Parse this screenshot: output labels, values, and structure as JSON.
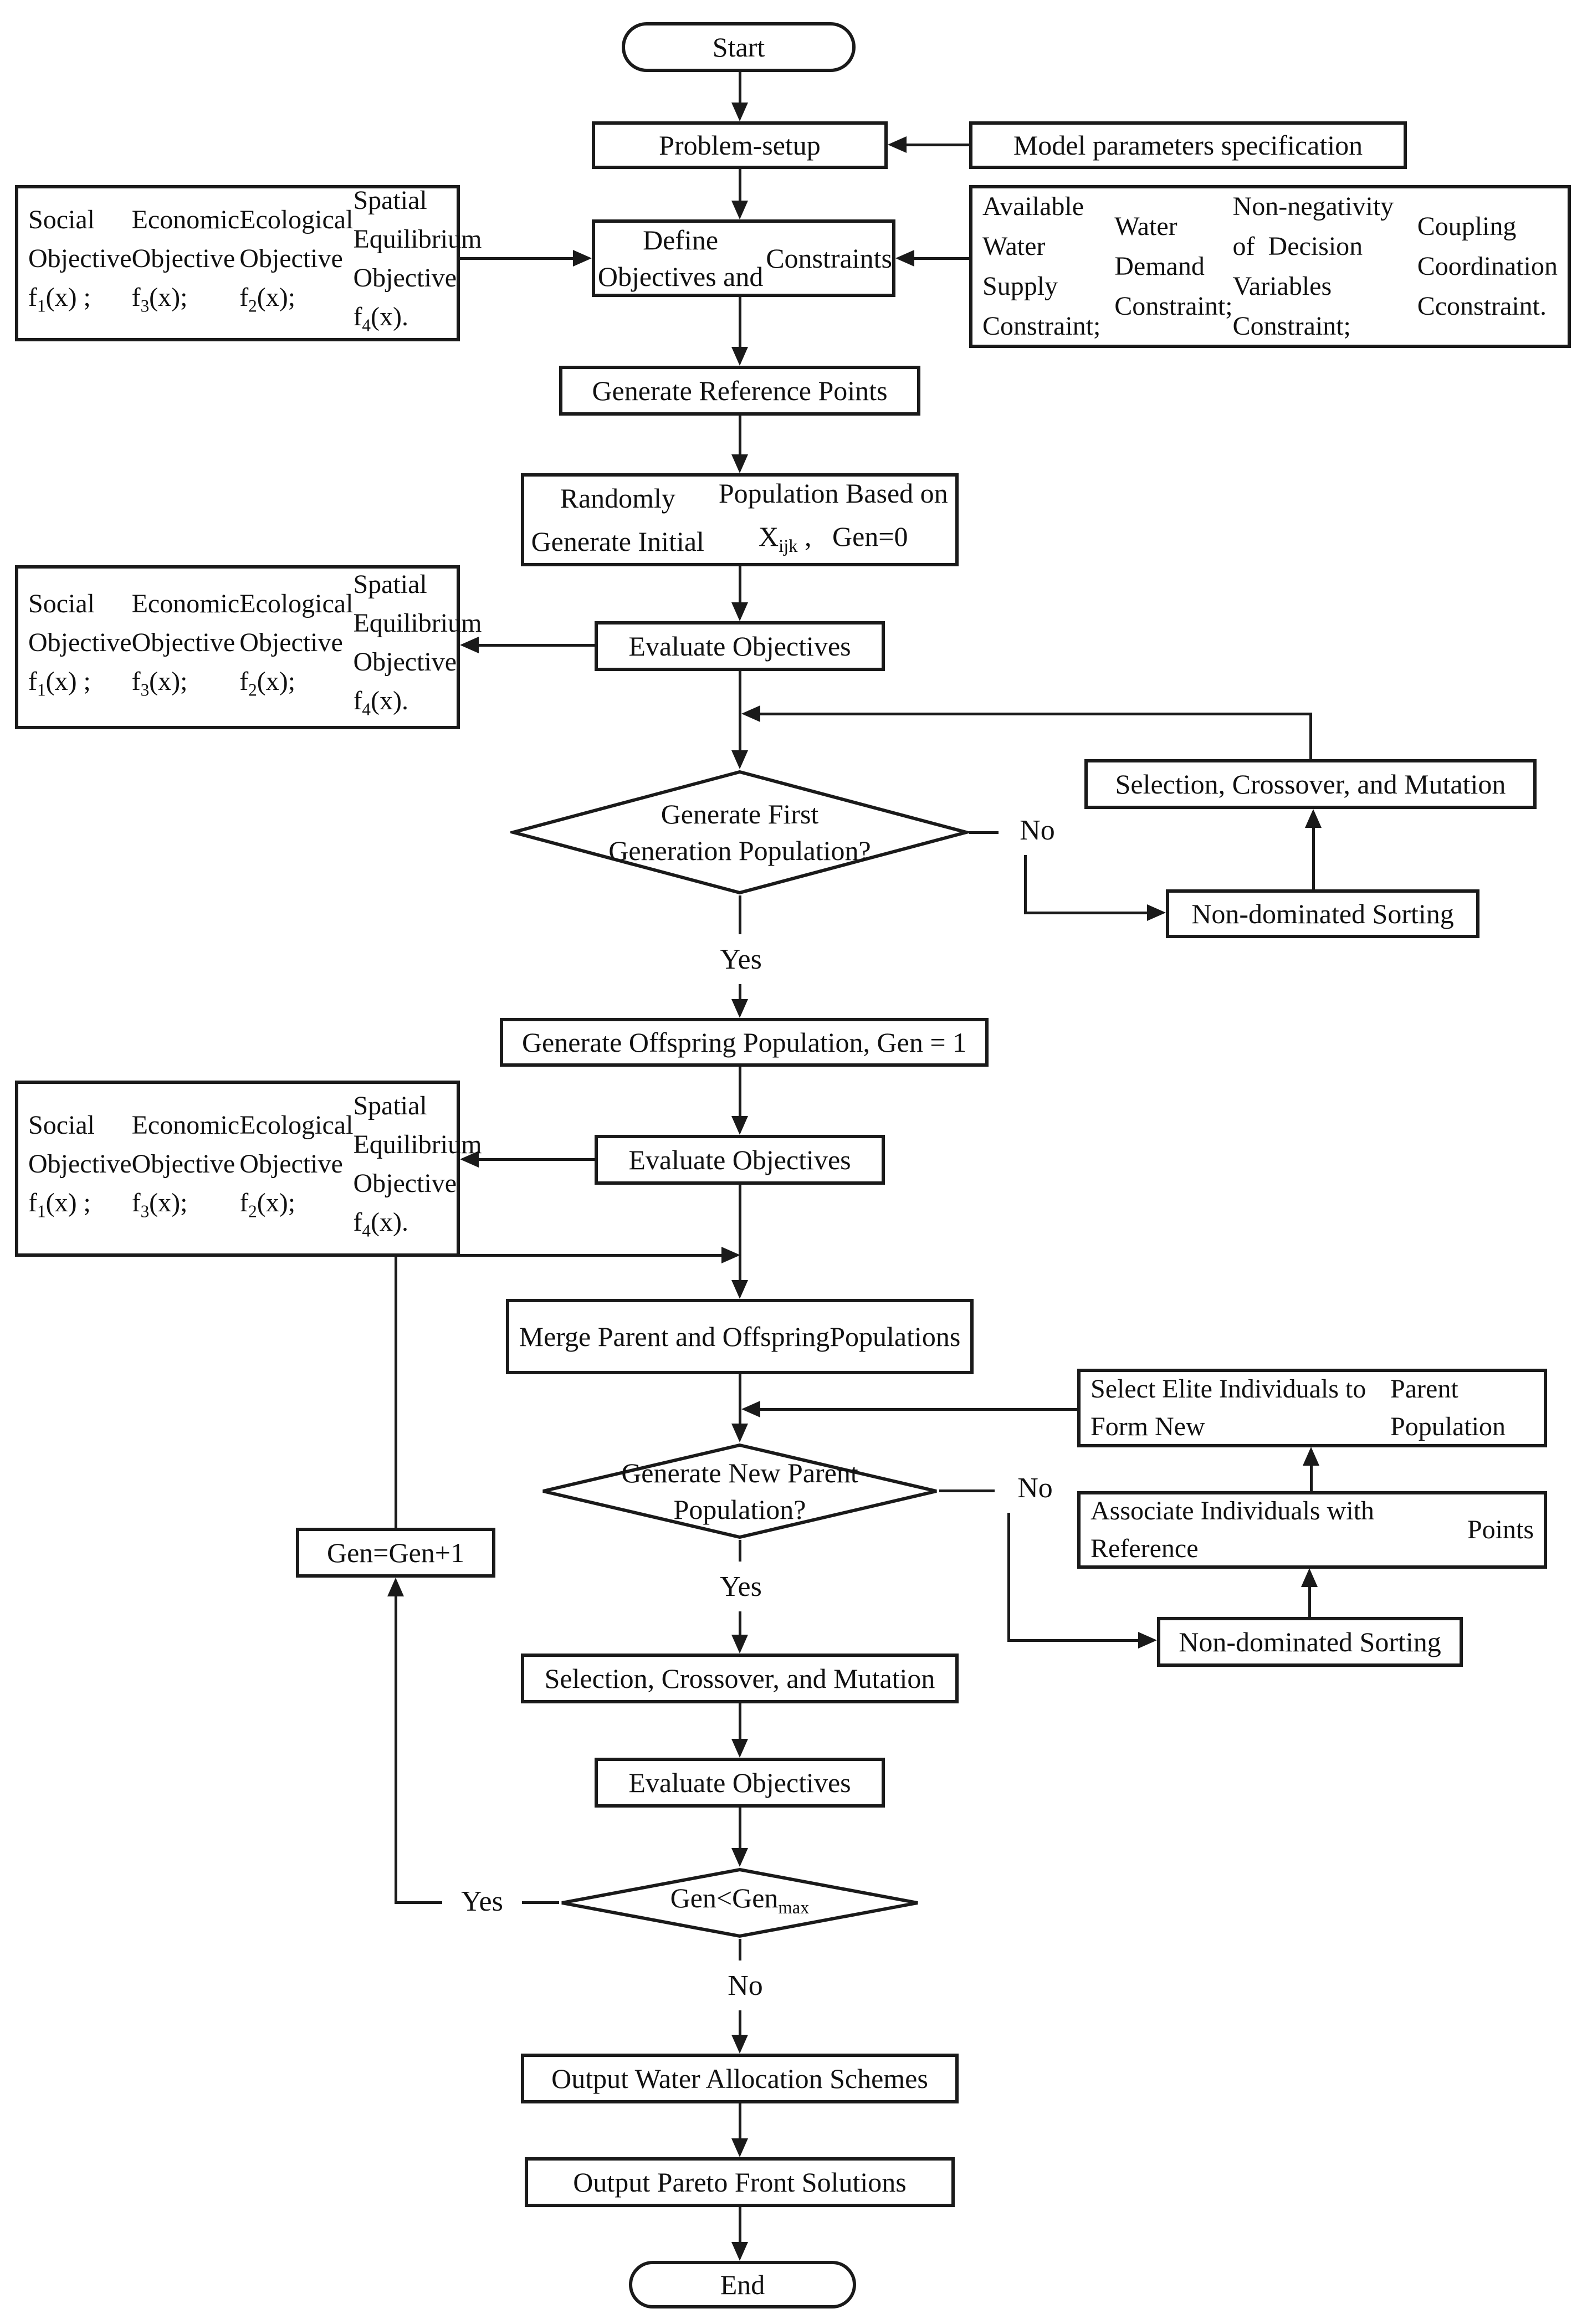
{
  "colors": {
    "line": "#1a1a1a",
    "background": "#ffffff",
    "text": "#111111"
  },
  "labels": {
    "yes": "Yes",
    "no": "No"
  },
  "nodes": {
    "start": "Start",
    "problem_setup": "Problem-setup",
    "model_params": "Model parameters specification",
    "objectives": [
      [
        {
          "t": "Social Objective f"
        },
        {
          "t": "1",
          "sub": true
        },
        {
          "t": "(x) ;"
        }
      ],
      [
        {
          "t": "Economic Objective f"
        },
        {
          "t": "3",
          "sub": true
        },
        {
          "t": "(x);"
        }
      ],
      [
        {
          "t": "Ecological Objective f"
        },
        {
          "t": "2",
          "sub": true
        },
        {
          "t": "(x);"
        }
      ],
      [
        {
          "t": "Spatial Equilibrium Objective f"
        },
        {
          "t": "4",
          "sub": true
        },
        {
          "t": "(x)."
        }
      ]
    ],
    "define": [
      [
        {
          "t": "Define Objectives and"
        }
      ],
      [
        {
          "t": "Constraints"
        }
      ]
    ],
    "constraints": [
      [
        {
          "t": "Available Water Supply Constraint;"
        }
      ],
      [
        {
          "t": "Water Demand Constraint;"
        }
      ],
      [
        {
          "t": "Non-negativity of  Decision Variables Constraint;"
        }
      ],
      [
        {
          "t": "Coupling Coordination Cconstraint."
        }
      ]
    ],
    "generate_reference_points": "Generate Reference Points",
    "random_initial": [
      [
        {
          "t": "Randomly Generate Initial"
        }
      ],
      [
        {
          "t": "Population Based on X"
        },
        {
          "t": "ijk",
          "sub": true
        },
        {
          "t": " ,   Gen=0"
        }
      ]
    ],
    "evaluate_objectives": "Evaluate Objectives",
    "first_generation_question": [
      [
        {
          "t": "Generate First"
        }
      ],
      [
        {
          "t": "Generation Population?"
        }
      ]
    ],
    "selection_crossover_mutation": "Selection, Crossover, and Mutation",
    "nondominated_sorting": "Non-dominated Sorting",
    "generate_offspring": "Generate Offspring Population, Gen = 1",
    "merge": [
      [
        {
          "t": "Merge Parent and Offspring"
        }
      ],
      [
        {
          "t": "Populations"
        }
      ]
    ],
    "select_elite": [
      [
        {
          "t": "Select Elite Individuals to Form New"
        }
      ],
      [
        {
          "t": "Parent Population"
        }
      ]
    ],
    "new_parent_question": [
      [
        {
          "t": "Generate New Parent"
        }
      ],
      [
        {
          "t": "Population?"
        }
      ]
    ],
    "associate": [
      [
        {
          "t": "Associate Individuals with Reference"
        }
      ],
      [
        {
          "t": "Points"
        }
      ]
    ],
    "gen_increment": "Gen=Gen+1",
    "gen_max_question": [
      [
        {
          "t": "Gen<Gen"
        },
        {
          "t": "max",
          "sub": true
        }
      ]
    ],
    "output_water": "Output Water Allocation Schemes",
    "output_pareto": "Output Pareto Front Solutions",
    "end": "End"
  }
}
